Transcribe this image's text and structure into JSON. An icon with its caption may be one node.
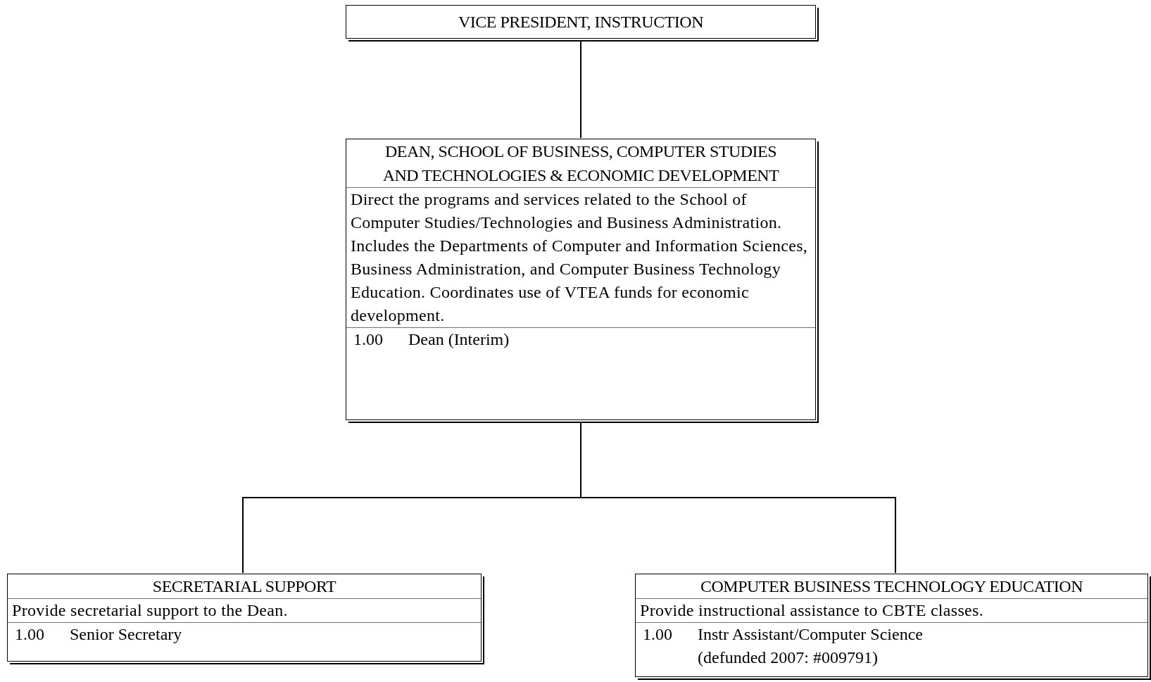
{
  "diagram": {
    "nodes": [
      {
        "text": [
          "VICE PRESIDENT, INSTRUCTION"
        ]
      },
      {
        "text": [
          "DEAN, SCHOOL OF BUSINESS, COMPUTER STUDIES AND TECHNOLOGIES & ECONOMIC DEVELOPMENT",
          "Direct the programs and services related to the School of Computer Studies/Technologies and Business Administration.  Includes the Departments of Computer and Information Sciences, Business Administration, and Computer Business Technology Education.  Coordinates use of VTEA funds for economic development.",
          "1.00",
          "Dean (Interim)"
        ]
      },
      {
        "text": [
          "SECRETARIAL SUPPORT",
          "Provide secretarial support to the Dean.",
          "1.00",
          "Senior Secretary"
        ]
      },
      {
        "text": [
          "COMPUTER BUSINESS TECHNOLOGY EDUCATION",
          "Provide instructional assistance to CBTE classes.",
          "1.00",
          "Instr Assistant/Computer Science (defunded 2007: #009791)"
        ]
      }
    ],
    "edges": [
      {
        "from": 0,
        "to": 1,
        "arrow": "none"
      },
      {
        "from": 1,
        "to": 2,
        "arrow": "none"
      },
      {
        "from": 1,
        "to": 3,
        "arrow": "none"
      }
    ]
  }
}
